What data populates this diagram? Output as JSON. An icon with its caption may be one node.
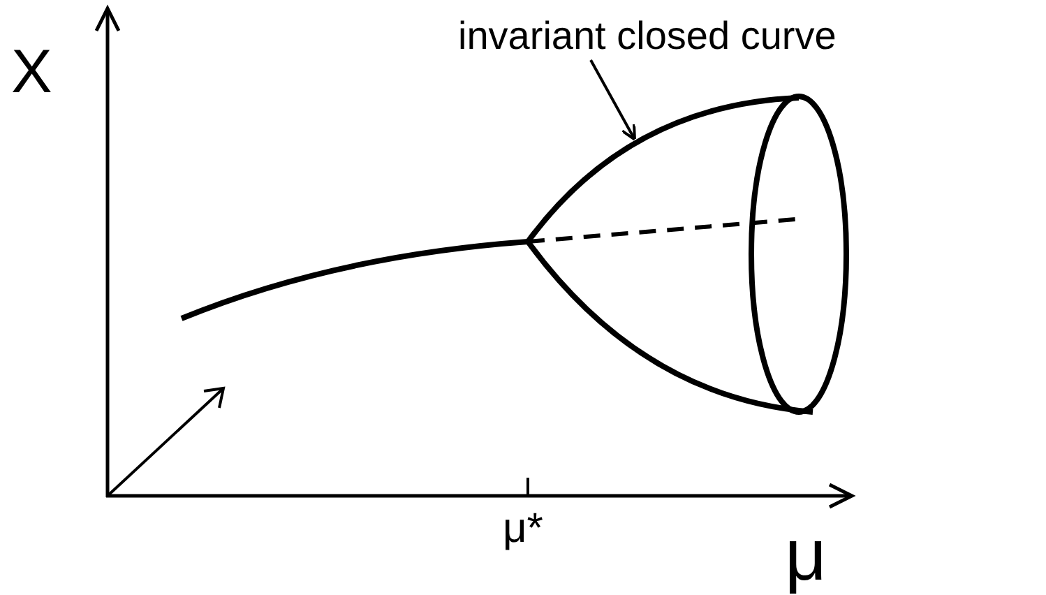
{
  "diagram": {
    "nodes": [
      {
        "text": [
          "invariant closed curve"
        ]
      },
      {
        "text": [],
        "shape": "picture"
      }
    ],
    "edges": [
      {
        "from": 0,
        "to": 1,
        "arrow": "to"
      }
    ],
    "labels": [
      "X",
      "μ*",
      "μ"
    ]
  }
}
